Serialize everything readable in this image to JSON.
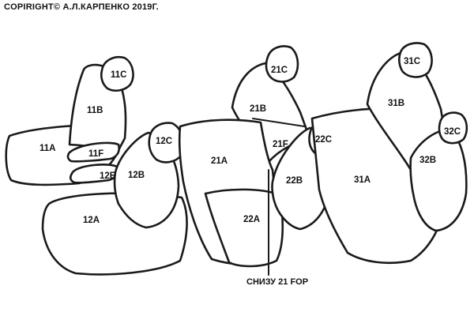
{
  "copyright": "COPIRIGHT© А.Л.КАРПЕНКО 2019Г.",
  "note": "СНИЗУ 21 FOP",
  "labels": {
    "l11C": "11C",
    "l11B": "11B",
    "l11A": "11A",
    "l11F": "11F",
    "l12E": "12E",
    "l12C": "12C",
    "l12B": "12B",
    "l12A": "12A",
    "l21C": "21C",
    "l21B": "21B",
    "l21F": "21F",
    "l21A": "21A",
    "l22A": "22A",
    "l22C": "22C",
    "l22B": "22B",
    "l31C": "31C",
    "l31B": "31B",
    "l31A": "31A",
    "l32C": "32C",
    "l32B": "32B"
  }
}
